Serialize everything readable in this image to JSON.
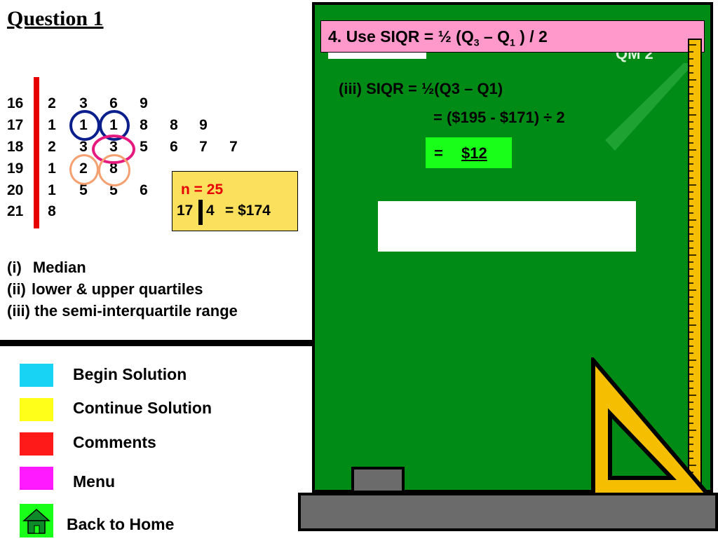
{
  "title": "Question 1",
  "stem_leaf": {
    "rows": [
      {
        "stem": "16",
        "leaves": [
          "2",
          "3",
          "6",
          "9"
        ]
      },
      {
        "stem": "17",
        "leaves": [
          "1",
          "1",
          "1",
          "8",
          "8",
          "9"
        ]
      },
      {
        "stem": "18",
        "leaves": [
          "2",
          "3",
          "3",
          "5",
          "6",
          "7",
          "7"
        ]
      },
      {
        "stem": "19",
        "leaves": [
          "1",
          "2",
          "8"
        ]
      },
      {
        "stem": "20",
        "leaves": [
          "1",
          "5",
          "5",
          "6"
        ]
      },
      {
        "stem": "21",
        "leaves": [
          "8"
        ]
      }
    ]
  },
  "note": {
    "n": "n = 25",
    "key_stem": "17",
    "key_leaf": "4",
    "key_value": "= $174"
  },
  "questions": {
    "i_num": "(i)",
    "i_text": "Median",
    "ii_num": "(ii)",
    "ii_text": "lower & upper quartiles",
    "iii_num": "(iii)",
    "iii_text": "the semi-interquartile range"
  },
  "legend": [
    {
      "label": "Begin Solution",
      "color": "#19d3f5"
    },
    {
      "label": "Continue Solution",
      "color": "#ffff19"
    },
    {
      "label": "Comments",
      "color": "#ff1a1a"
    },
    {
      "label": "Menu",
      "color": "#ff1aff"
    }
  ],
  "home": {
    "label": "Back to Home",
    "color": "#1aff1a"
  },
  "board": {
    "header_main": "4. Use SIQR = ½  (Q",
    "header_sub1": "3",
    "header_mid": " – Q",
    "header_sub2": "1",
    "header_end": " ) / 2",
    "line1": "(iii)  SIQR = ½(Q3 – Q1)",
    "line2": "= ($195 - $171) ÷ 2",
    "answer_eq": "=",
    "answer_val": "$12",
    "hidden_text": "QM 2"
  },
  "colors": {
    "board_green": "#008a16",
    "ruler": "#f5bf00",
    "red_bar": "#e60000",
    "ring_blue": "#0a1e8c",
    "ring_pink": "#e6197e",
    "ring_orange": "#f5a070"
  }
}
